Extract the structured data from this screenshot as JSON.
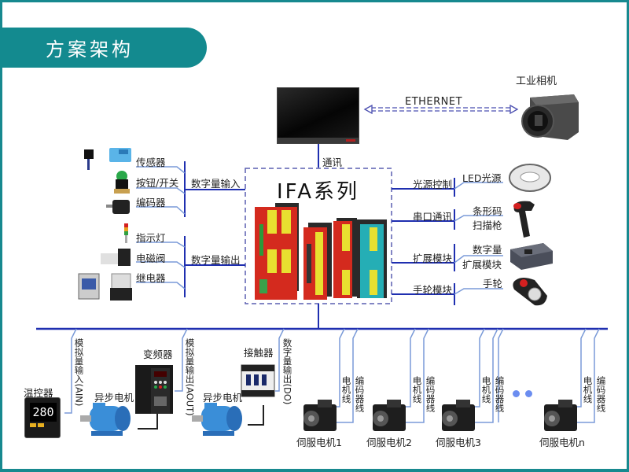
{
  "header": {
    "title": "方案架构"
  },
  "colors": {
    "accent": "#138a8f",
    "bus": "#1f2fb0",
    "branch": "#7a9ad8",
    "dashed_box": "#5a5fb0"
  },
  "top": {
    "monitor_link_label": "通讯",
    "ethernet_label": "ETHERNET",
    "camera_label": "工业相机"
  },
  "controller": {
    "title": "IFA系列"
  },
  "left_inputs": {
    "group_label": "数字量输入",
    "items": [
      "传感器",
      "按钮/开关",
      "编码器"
    ]
  },
  "left_outputs": {
    "group_label": "数字量输出",
    "items": [
      "指示灯",
      "电磁阀",
      "继电器"
    ]
  },
  "right_modules": [
    {
      "label": "光源控制",
      "device": "LED光源"
    },
    {
      "label": "串口通讯",
      "device_line1": "条形码",
      "device_line2": "扫描枪"
    },
    {
      "label": "扩展模块",
      "device_line1": "数字量",
      "device_line2": "扩展模块"
    },
    {
      "label": "手轮模块",
      "device": "手轮"
    }
  ],
  "bottom": {
    "temp_controller": {
      "label": "温控器",
      "display": "280",
      "link": "模拟量输入(AIN)"
    },
    "inverter": {
      "label": "变频器",
      "motor": "异步电机",
      "link": "模拟量输出(AOUT)"
    },
    "contactor": {
      "label": "接触器",
      "motor": "异步电机",
      "link": "数字量输出(DO)"
    },
    "servos": [
      {
        "label": "伺服电机1",
        "motor_line": "电机线",
        "encoder_line": "编码器线"
      },
      {
        "label": "伺服电机2",
        "motor_line": "电机线",
        "encoder_line": "编码器线"
      },
      {
        "label": "伺服电机3",
        "motor_line": "电机线",
        "encoder_line": "编码器线"
      },
      {
        "label": "伺服电机n",
        "motor_line": "电机线",
        "encoder_line": "编码器线"
      }
    ]
  }
}
